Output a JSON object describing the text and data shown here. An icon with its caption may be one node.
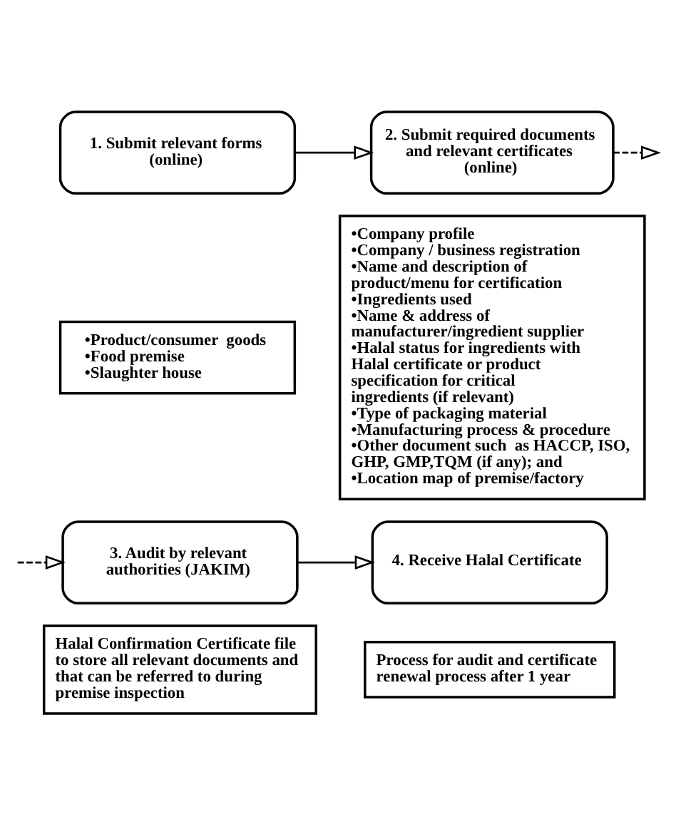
{
  "diagram": {
    "nodes": [
      {
        "text": [
          "1. Submit relevant forms (online)"
        ]
      },
      {
        "text": [
          "•Product/consumer  goods",
          "•Food premise",
          "•Slaughter house"
        ]
      },
      {
        "text": [
          "2. Submit required documents and relevant certificates (online)"
        ]
      },
      {
        "text": [
          "•Company profile",
          "•Company / business registration",
          "•Name and description of product/menu for certification",
          "•Ingredients used",
          "•Name & address of manufacturer/ingredient supplier",
          "•Halal status for ingredients with Halal certificate or product specification for critical ingredients (if relevant)",
          "•Type of packaging material",
          "•Manufacturing process & procedure",
          "•Other document such  as HACCP, ISO, GHP, GMP,TQM (if any); and",
          "•Location map of premise/factory"
        ]
      },
      {
        "text": [
          "3. Audit by relevant authorities (JAKIM)"
        ]
      },
      {
        "text": [
          "Halal Confirmation Certificate file to store all relevant documents and that can be referred to during premise inspection"
        ]
      },
      {
        "text": [
          "4. Receive Halal Certificate"
        ]
      },
      {
        "text": [
          "Process for audit and certificate renewal process after 1 year"
        ]
      }
    ],
    "edges": [
      {
        "from": 0,
        "to": 2,
        "arrow": "to"
      },
      {
        "from": 2,
        "to": null,
        "arrow": "to",
        "style": "dashed"
      },
      {
        "from": null,
        "to": 4,
        "arrow": "to",
        "style": "dashed"
      },
      {
        "from": 4,
        "to": 6,
        "arrow": "to"
      }
    ]
  }
}
